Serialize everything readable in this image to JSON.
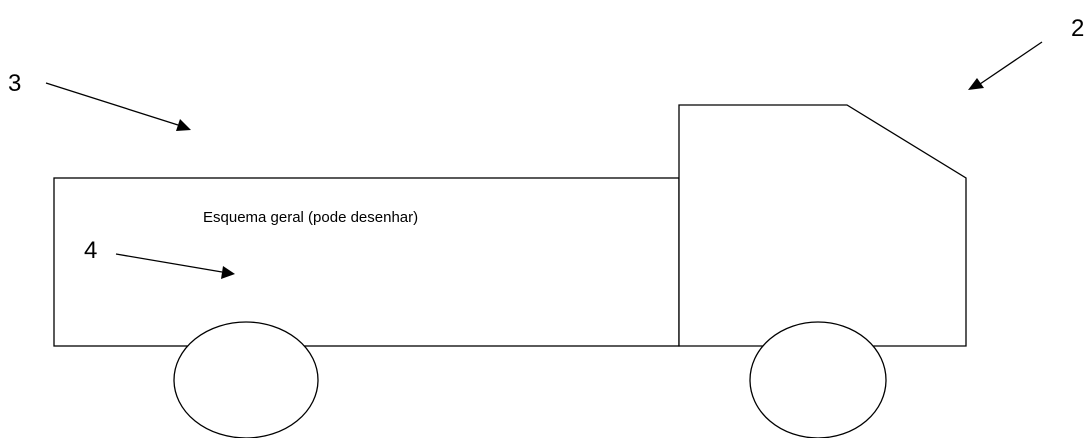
{
  "diagram": {
    "caption": "Esquema geral (pode desenhar)",
    "callouts": {
      "c2": "2",
      "c3": "3",
      "c4": "4"
    },
    "colors": {
      "stroke": "#000000",
      "fill": "#ffffff",
      "background": "#ffffff"
    }
  }
}
